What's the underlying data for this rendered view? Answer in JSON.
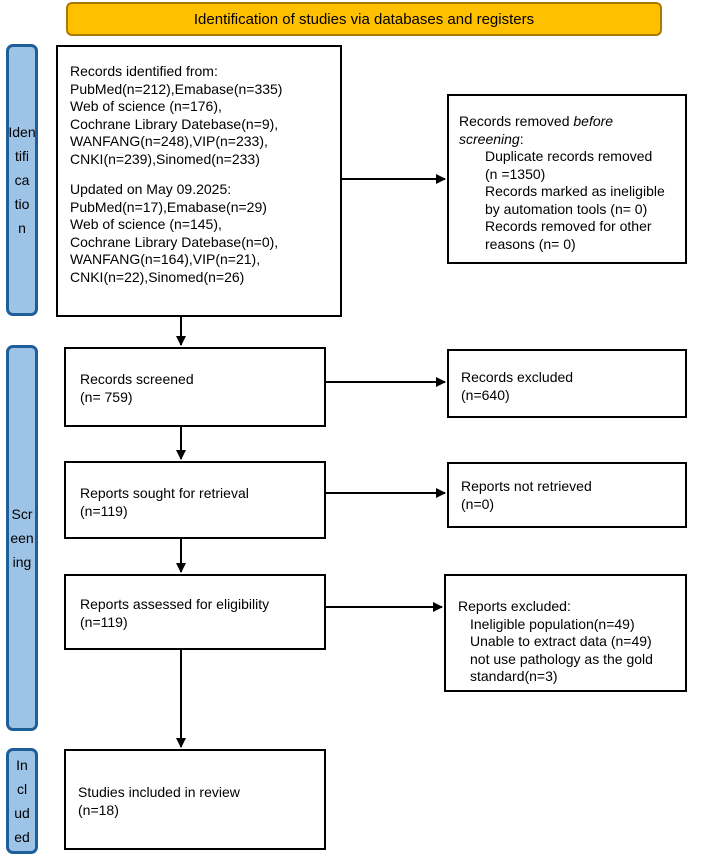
{
  "header": {
    "title": "Identification of studies via databases and registers"
  },
  "phases": {
    "identification": "Iden\ntifi\nca\ntio\nn",
    "screening": "Scr\neen\ning",
    "included": "In\ncl\nud\ned"
  },
  "identification_box": {
    "title": "Records identified from:",
    "lines": [
      "PubMed(n=212),Emabase(n=335)",
      "Web of science (n=176),",
      "Cochrane Library Datebase(n=9),",
      "WANFANG(n=248),VIP(n=233),",
      "CNKI(n=239),Sinomed(n=233)"
    ],
    "update_title": "Updated on May 09.2025:",
    "update_lines": [
      "PubMed(n=17),Emabase(n=29)",
      "Web of science (n=145),",
      "Cochrane Library Datebase(n=0),",
      "WANFANG(n=164),VIP(n=21),",
      "CNKI(n=22),Sinomed(n=26)"
    ]
  },
  "removed_box": {
    "title_prefix": "Records removed ",
    "title_emph": "before",
    "title_line2": "screening",
    "title_suffix": ":",
    "items": [
      "Duplicate records removed",
      "(n =1350)",
      "Records marked as ineligible",
      "by automation tools (n= 0)",
      "Records removed for other",
      "reasons (n= 0)"
    ]
  },
  "screened_box": {
    "line1": "Records screened",
    "line2": "(n= 759)"
  },
  "excluded_box": {
    "line1": "Records excluded",
    "line2": "(n=640)"
  },
  "sought_box": {
    "line1": "Reports sought for retrieval",
    "line2": "(n=119)"
  },
  "not_retrieved_box": {
    "line1": "Reports not retrieved",
    "line2": "(n=0)"
  },
  "assessed_box": {
    "line1": "Reports assessed for eligibility",
    "line2": "(n=119)"
  },
  "reports_excluded_box": {
    "title": "Reports excluded:",
    "items": [
      "Ineligible population(n=49)",
      "Unable to extract data (n=49)",
      "not use pathology as the gold",
      "standard(n=3)"
    ]
  },
  "included_box": {
    "line1": "Studies included in review",
    "line2": "(n=18)"
  },
  "colors": {
    "header_fill": "#ffc000",
    "phase_fill": "#9dc3e6",
    "phase_border": "#1f5f99"
  }
}
